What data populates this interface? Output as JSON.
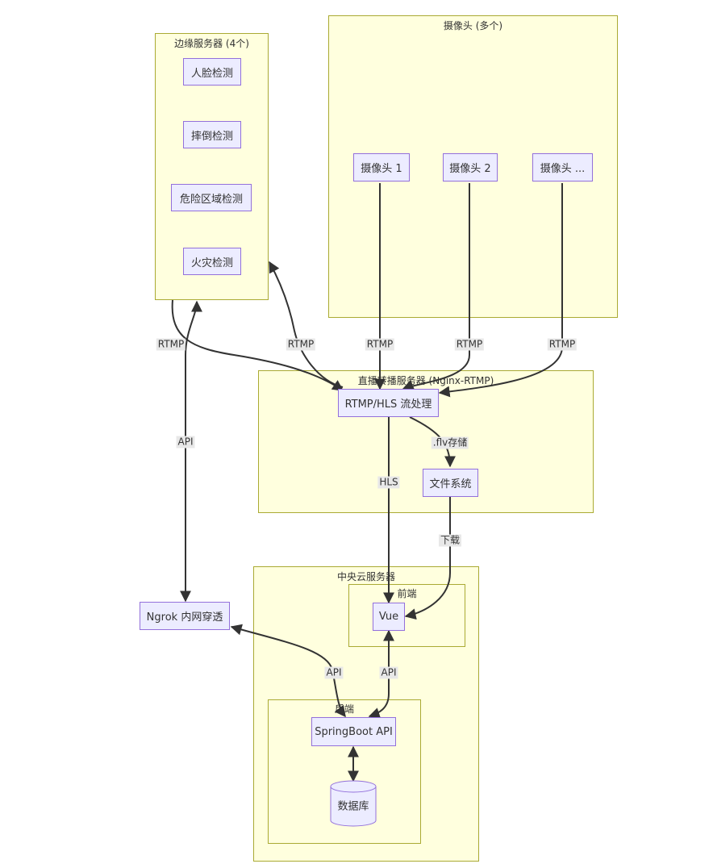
{
  "clusters": {
    "edge": "边缘服务器 (4个)",
    "cameras": "摄像头 (多个)",
    "stream": "直播转播服务器 (Nginx-RTMP)",
    "cloud": "中央云服务器",
    "frontend": "前端",
    "backend": "后端"
  },
  "nodes": {
    "face": "人脸检测",
    "fall": "摔倒检测",
    "danger": "危险区域检测",
    "fire": "火灾检测",
    "cam1": "摄像头 1",
    "cam2": "摄像头 2",
    "cam3": "摄像头 ...",
    "rtmp": "RTMP/HLS 流处理",
    "fs": "文件系统",
    "ngrok": "Ngrok 内网穿透",
    "vue": "Vue",
    "spring": "SpringBoot API",
    "db": "数据库"
  },
  "edges": {
    "edge_to_rtmp": "RTMP",
    "rtmp_to_fire": "RTMP",
    "cam1_rtmp": "RTMP",
    "cam2_rtmp": "RTMP",
    "cam3_rtmp": "RTMP",
    "flv": ".flv存储",
    "hls": "HLS",
    "download": "下载",
    "api_ngrok_edge": "API",
    "api_ngrok_spring": "API",
    "api_vue_spring": "API"
  }
}
